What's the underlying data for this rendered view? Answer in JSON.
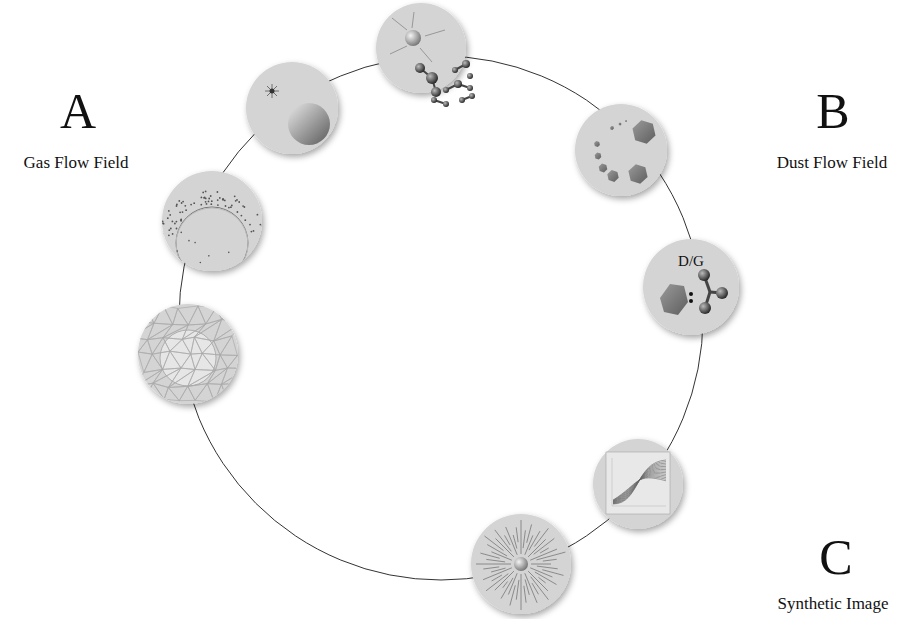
{
  "diagram": {
    "nodes": [
      {
        "text": [
          "D/G"
        ]
      }
    ],
    "labels": [
      "A",
      "Gas Flow Field",
      "B",
      "Dust Flow Field",
      "C",
      "Synthetic Image"
    ]
  }
}
